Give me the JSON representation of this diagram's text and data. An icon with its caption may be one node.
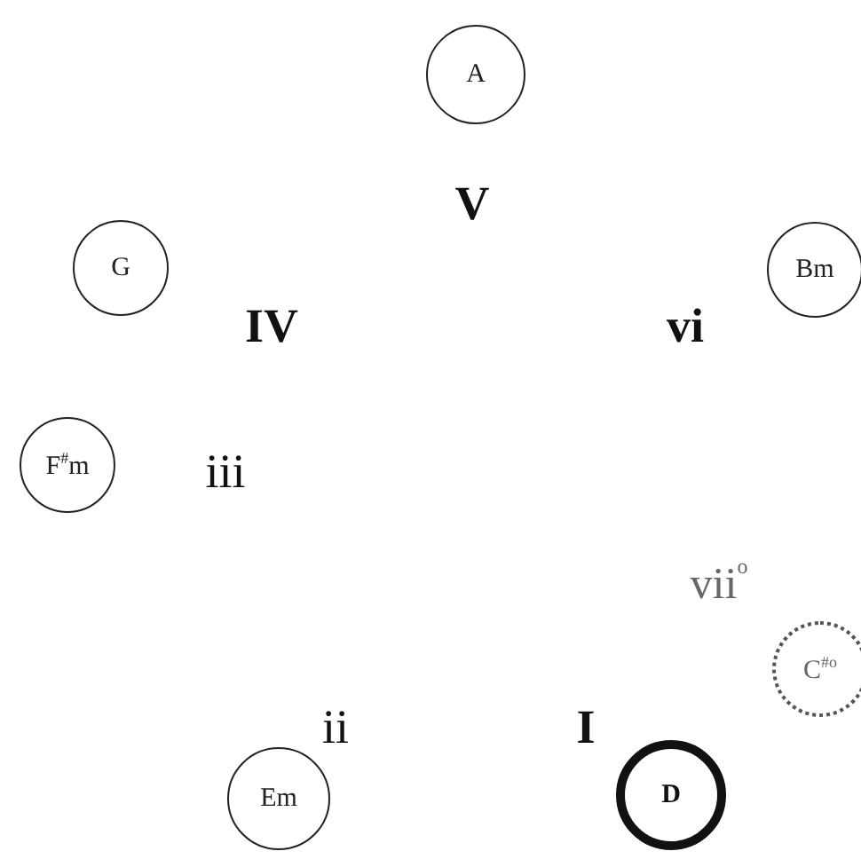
{
  "diagram": {
    "nodes": [
      {
        "text": [
          "A"
        ]
      },
      {
        "text": [
          "G"
        ]
      },
      {
        "text": [
          "Bm"
        ]
      },
      {
        "text": [
          "F$^{#}$m"
        ]
      },
      {
        "text": [
          "C$^{#o}$"
        ]
      },
      {
        "text": [
          "Em"
        ]
      },
      {
        "text": [
          "D"
        ]
      }
    ],
    "labels": [
      "V",
      "IV",
      "vi",
      "iii",
      "vii$^{o}$",
      "ii",
      "I"
    ]
  }
}
